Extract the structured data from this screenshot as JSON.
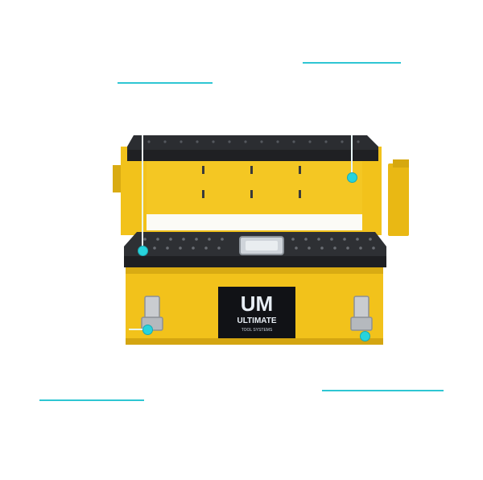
{
  "product": {
    "logo_mark": "UM",
    "logo_name": "ULTIMATE",
    "logo_tagline": "TOOL SYSTEMS"
  },
  "colors": {
    "body_yellow": "#f2c21b",
    "tray_dark": "#2b2d31",
    "callout_accent": "#2fc6d3"
  },
  "callouts": [
    {
      "label": ""
    },
    {
      "label": ""
    },
    {
      "label": ""
    },
    {
      "label": ""
    }
  ]
}
